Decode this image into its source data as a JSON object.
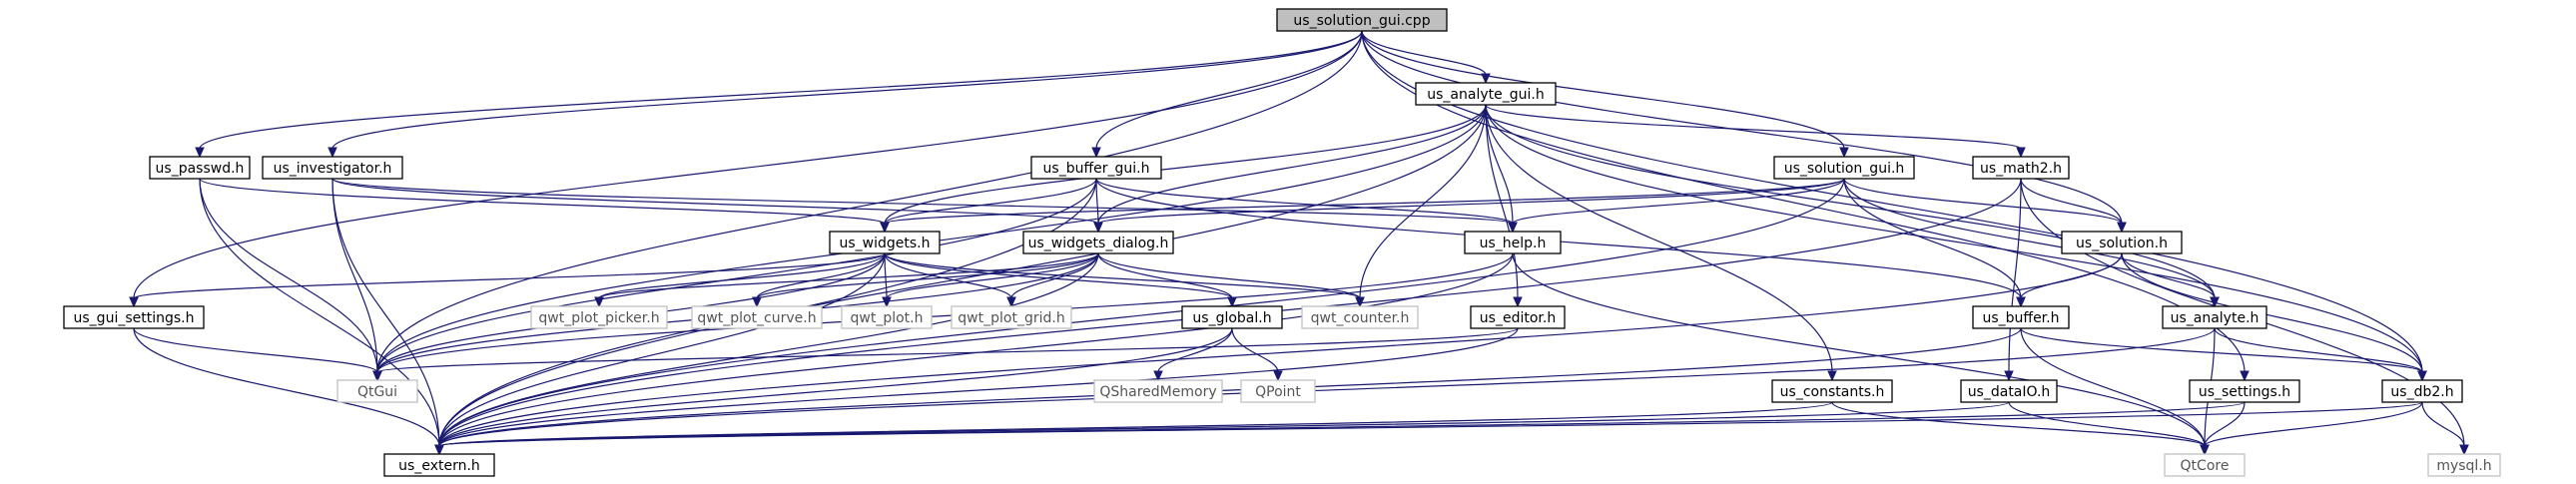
{
  "diagram": {
    "type": "include-dependency-graph",
    "colors": {
      "edge": "#191970",
      "node_border": "#000000",
      "external_border": "#bfbfbf",
      "root_fill": "#bfbfbf",
      "text": "#000000",
      "external_text": "#555555"
    },
    "nodes": [
      {
        "id": "us_solution_gui_cpp",
        "label": "us_solution_gui.cpp"
      },
      {
        "id": "us_analyte_gui_h",
        "label": "us_analyte_gui.h"
      },
      {
        "id": "us_passwd_h",
        "label": "us_passwd.h"
      },
      {
        "id": "us_investigator_h",
        "label": "us_investigator.h"
      },
      {
        "id": "us_buffer_gui_h",
        "label": "us_buffer_gui.h"
      },
      {
        "id": "us_solution_gui_h",
        "label": "us_solution_gui.h"
      },
      {
        "id": "us_math2_h",
        "label": "us_math2.h"
      },
      {
        "id": "us_widgets_h",
        "label": "us_widgets.h"
      },
      {
        "id": "us_widgets_dialog_h",
        "label": "us_widgets_dialog.h"
      },
      {
        "id": "us_help_h",
        "label": "us_help.h"
      },
      {
        "id": "us_solution_h",
        "label": "us_solution.h"
      },
      {
        "id": "us_gui_settings_h",
        "label": "us_gui_settings.h"
      },
      {
        "id": "qwt_plot_picker_h",
        "label": "qwt_plot_picker.h",
        "external": true
      },
      {
        "id": "qwt_plot_curve_h",
        "label": "qwt_plot_curve.h",
        "external": true
      },
      {
        "id": "qwt_plot_h",
        "label": "qwt_plot.h",
        "external": true
      },
      {
        "id": "qwt_plot_grid_h",
        "label": "qwt_plot_grid.h",
        "external": true
      },
      {
        "id": "us_global_h",
        "label": "us_global.h"
      },
      {
        "id": "qwt_counter_h",
        "label": "qwt_counter.h",
        "external": true
      },
      {
        "id": "us_editor_h",
        "label": "us_editor.h"
      },
      {
        "id": "us_buffer_h",
        "label": "us_buffer.h"
      },
      {
        "id": "us_analyte_h",
        "label": "us_analyte.h"
      },
      {
        "id": "QtGui",
        "label": "QtGui",
        "external": true
      },
      {
        "id": "QSharedMemory",
        "label": "QSharedMemory",
        "external": true
      },
      {
        "id": "QPoint",
        "label": "QPoint",
        "external": true
      },
      {
        "id": "us_constants_h",
        "label": "us_constants.h"
      },
      {
        "id": "us_dataIO_h",
        "label": "us_dataIO.h"
      },
      {
        "id": "us_settings_h",
        "label": "us_settings.h"
      },
      {
        "id": "us_db2_h",
        "label": "us_db2.h"
      },
      {
        "id": "us_extern_h",
        "label": "us_extern.h"
      },
      {
        "id": "QtCore",
        "label": "QtCore",
        "external": true
      },
      {
        "id": "mysql_h",
        "label": "mysql.h",
        "external": true
      }
    ],
    "edges": [
      [
        "us_solution_gui_cpp",
        "us_analyte_gui_h"
      ],
      [
        "us_solution_gui_cpp",
        "us_passwd_h"
      ],
      [
        "us_solution_gui_cpp",
        "us_investigator_h"
      ],
      [
        "us_solution_gui_cpp",
        "us_buffer_gui_h"
      ],
      [
        "us_solution_gui_cpp",
        "us_solution_gui_h"
      ],
      [
        "us_solution_gui_cpp",
        "us_gui_settings_h"
      ],
      [
        "us_solution_gui_cpp",
        "QtGui"
      ],
      [
        "us_solution_gui_cpp",
        "us_solution_h"
      ],
      [
        "us_solution_gui_cpp",
        "us_settings_h"
      ],
      [
        "us_solution_gui_cpp",
        "us_db2_h"
      ],
      [
        "us_analyte_gui_h",
        "us_widgets_h"
      ],
      [
        "us_analyte_gui_h",
        "us_widgets_dialog_h"
      ],
      [
        "us_analyte_gui_h",
        "us_help_h"
      ],
      [
        "us_analyte_gui_h",
        "us_math2_h"
      ],
      [
        "us_analyte_gui_h",
        "us_analyte_h"
      ],
      [
        "us_analyte_gui_h",
        "us_editor_h"
      ],
      [
        "us_analyte_gui_h",
        "qwt_counter_h"
      ],
      [
        "us_analyte_gui_h",
        "us_constants_h"
      ],
      [
        "us_analyte_gui_h",
        "us_extern_h"
      ],
      [
        "us_analyte_gui_h",
        "QtGui"
      ],
      [
        "us_analyte_gui_h",
        "us_db2_h"
      ],
      [
        "us_passwd_h",
        "us_widgets_h"
      ],
      [
        "us_passwd_h",
        "QtGui"
      ],
      [
        "us_passwd_h",
        "us_extern_h"
      ],
      [
        "us_investigator_h",
        "us_widgets_dialog_h"
      ],
      [
        "us_investigator_h",
        "us_help_h"
      ],
      [
        "us_investigator_h",
        "QtGui"
      ],
      [
        "us_investigator_h",
        "us_extern_h"
      ],
      [
        "us_buffer_gui_h",
        "us_widgets_h"
      ],
      [
        "us_buffer_gui_h",
        "us_widgets_dialog_h"
      ],
      [
        "us_buffer_gui_h",
        "us_help_h"
      ],
      [
        "us_buffer_gui_h",
        "us_buffer_h"
      ],
      [
        "us_buffer_gui_h",
        "QtGui"
      ],
      [
        "us_buffer_gui_h",
        "us_extern_h"
      ],
      [
        "us_solution_gui_h",
        "us_widgets_h"
      ],
      [
        "us_solution_gui_h",
        "us_widgets_dialog_h"
      ],
      [
        "us_solution_gui_h",
        "us_help_h"
      ],
      [
        "us_solution_gui_h",
        "us_solution_h"
      ],
      [
        "us_solution_gui_h",
        "us_buffer_h"
      ],
      [
        "us_solution_gui_h",
        "us_analyte_h"
      ],
      [
        "us_solution_gui_h",
        "us_extern_h"
      ],
      [
        "us_math2_h",
        "us_solution_h"
      ],
      [
        "us_math2_h",
        "us_dataIO_h"
      ],
      [
        "us_math2_h",
        "us_extern_h"
      ],
      [
        "us_math2_h",
        "mysql_h"
      ],
      [
        "us_widgets_h",
        "us_gui_settings_h"
      ],
      [
        "us_widgets_h",
        "qwt_plot_picker_h"
      ],
      [
        "us_widgets_h",
        "qwt_plot_curve_h"
      ],
      [
        "us_widgets_h",
        "qwt_plot_h"
      ],
      [
        "us_widgets_h",
        "qwt_plot_grid_h"
      ],
      [
        "us_widgets_h",
        "us_global_h"
      ],
      [
        "us_widgets_h",
        "qwt_counter_h"
      ],
      [
        "us_widgets_h",
        "QtGui"
      ],
      [
        "us_widgets_h",
        "us_extern_h"
      ],
      [
        "us_widgets_dialog_h",
        "qwt_plot_picker_h"
      ],
      [
        "us_widgets_dialog_h",
        "qwt_plot_curve_h"
      ],
      [
        "us_widgets_dialog_h",
        "qwt_plot_h"
      ],
      [
        "us_widgets_dialog_h",
        "qwt_plot_grid_h"
      ],
      [
        "us_widgets_dialog_h",
        "us_global_h"
      ],
      [
        "us_widgets_dialog_h",
        "qwt_counter_h"
      ],
      [
        "us_widgets_dialog_h",
        "QtGui"
      ],
      [
        "us_widgets_dialog_h",
        "us_extern_h"
      ],
      [
        "us_help_h",
        "QtGui"
      ],
      [
        "us_help_h",
        "us_extern_h"
      ],
      [
        "us_help_h",
        "QtCore"
      ],
      [
        "us_solution_h",
        "us_buffer_h"
      ],
      [
        "us_solution_h",
        "us_analyte_h"
      ],
      [
        "us_solution_h",
        "us_db2_h"
      ],
      [
        "us_solution_h",
        "us_extern_h"
      ],
      [
        "us_gui_settings_h",
        "QtGui"
      ],
      [
        "us_gui_settings_h",
        "us_extern_h"
      ],
      [
        "us_global_h",
        "QSharedMemory"
      ],
      [
        "us_global_h",
        "QPoint"
      ],
      [
        "us_global_h",
        "us_extern_h"
      ],
      [
        "us_editor_h",
        "QtGui"
      ],
      [
        "us_editor_h",
        "us_extern_h"
      ],
      [
        "us_buffer_h",
        "us_db2_h"
      ],
      [
        "us_buffer_h",
        "us_extern_h"
      ],
      [
        "us_buffer_h",
        "QtCore"
      ],
      [
        "us_analyte_h",
        "us_db2_h"
      ],
      [
        "us_analyte_h",
        "us_extern_h"
      ],
      [
        "us_analyte_h",
        "QtCore"
      ],
      [
        "us_constants_h",
        "us_extern_h"
      ],
      [
        "us_constants_h",
        "QtCore"
      ],
      [
        "us_dataIO_h",
        "us_extern_h"
      ],
      [
        "us_dataIO_h",
        "QtCore"
      ],
      [
        "us_settings_h",
        "us_extern_h"
      ],
      [
        "us_settings_h",
        "QtCore"
      ],
      [
        "us_db2_h",
        "us_extern_h"
      ],
      [
        "us_db2_h",
        "QtCore"
      ],
      [
        "us_db2_h",
        "mysql_h"
      ]
    ]
  }
}
